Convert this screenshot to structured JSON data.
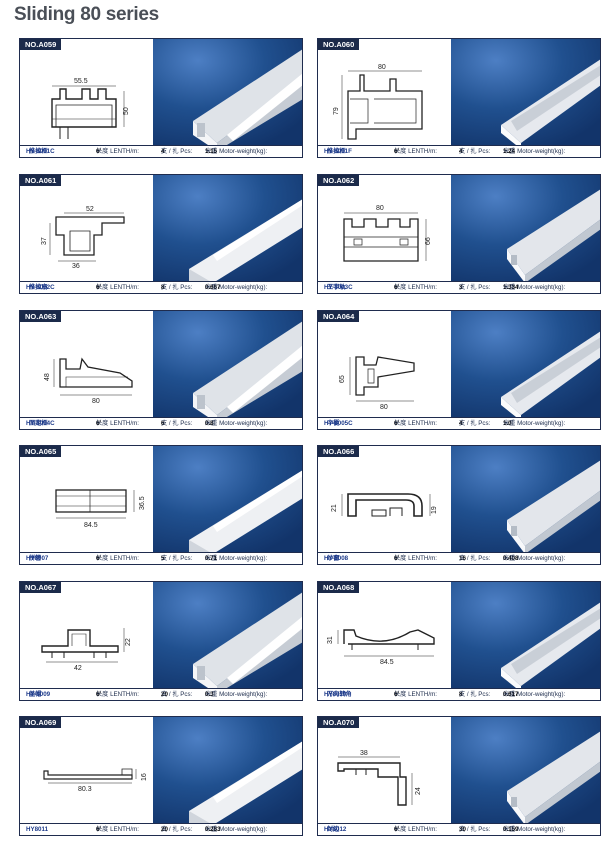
{
  "page": {
    "title": "Sliding 80 series"
  },
  "labels": {
    "length": "长度 LENTH/m:",
    "pcs": "支 / 扎 Pcs:",
    "weight": "米重 Motor-weight(kg):"
  },
  "products": [
    {
      "code": "NO.A059",
      "model": "HY-8001C",
      "name": "推拉框",
      "length": "6'",
      "pcs": "4",
      "weight": "1.15",
      "dims": [
        "55.5",
        "50"
      ]
    },
    {
      "code": "NO.A060",
      "model": "HY-8001F",
      "name": "推拉框",
      "length": "6'",
      "pcs": "4",
      "weight": "1.24",
      "dims": [
        "80",
        "79"
      ]
    },
    {
      "code": "NO.A061",
      "model": "HY-8002C",
      "name": "推拉扇",
      "length": "6'",
      "pcs": "8",
      "weight": "0.667",
      "dims": [
        "52",
        "37",
        "36"
      ]
    },
    {
      "code": "NO.A062",
      "model": "HY-8003C",
      "name": "王字轨",
      "length": "6'",
      "pcs": "3",
      "weight": "1.334",
      "dims": [
        "80",
        "66"
      ]
    },
    {
      "code": "NO.A063",
      "model": "HY-8004C",
      "name": "固定框",
      "length": "6'",
      "pcs": "6",
      "weight": "0.8",
      "dims": [
        "48",
        "80"
      ]
    },
    {
      "code": "NO.A064",
      "model": "HY-8005C",
      "name": "中梃",
      "length": "6'",
      "pcs": "4",
      "weight": "1.0",
      "dims": [
        "65",
        "80"
      ]
    },
    {
      "code": "NO.A065",
      "model": "HY8007",
      "name": "拼管",
      "length": "6'",
      "pcs": "5",
      "weight": "0.71",
      "dims": [
        "36.5",
        "84.5"
      ]
    },
    {
      "code": "NO.A066",
      "model": "HY-8008",
      "name": "纱窗",
      "length": "6'",
      "pcs": "16",
      "weight": "0.408",
      "dims": [
        "21",
        "19"
      ]
    },
    {
      "code": "NO.A067",
      "model": "HY-8009",
      "name": "盖帽",
      "length": "6'",
      "pcs": "20",
      "weight": "0.3",
      "dims": [
        "22",
        "42"
      ]
    },
    {
      "code": "NO.A068",
      "model": "HY8010",
      "name": "万向转角",
      "length": "6'",
      "pcs": "8",
      "weight": "0.617",
      "dims": [
        "31",
        "84.5"
      ]
    },
    {
      "code": "NO.A069",
      "model": "HY8011",
      "name": "",
      "length": "6'",
      "pcs": "20",
      "weight": "0.283",
      "dims": [
        "80.3",
        "16"
      ]
    },
    {
      "code": "NO.A070",
      "model": "HY8012",
      "name": "封边",
      "length": "6'",
      "pcs": "30",
      "weight": "0.159",
      "dims": [
        "38",
        "24"
      ]
    }
  ]
}
